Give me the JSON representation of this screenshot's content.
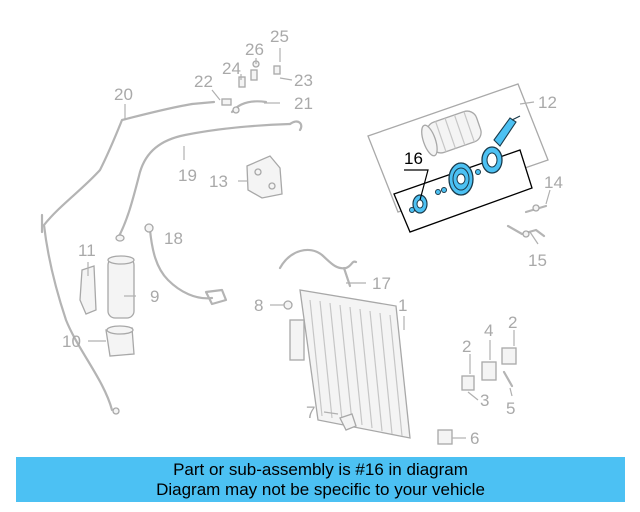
{
  "diagram": {
    "callouts": [
      "1",
      "2",
      "2",
      "3",
      "4",
      "5",
      "6",
      "7",
      "8",
      "9",
      "10",
      "11",
      "12",
      "13",
      "14",
      "15",
      "16",
      "17",
      "18",
      "19",
      "20",
      "21",
      "22",
      "23",
      "24",
      "25",
      "26"
    ],
    "highlighted_part": "16",
    "highlight_color": "#4cc1f3"
  },
  "banner": {
    "line1": "Part or sub-assembly is #16 in diagram",
    "line2": "Diagram may not be specific to your vehicle",
    "background": "#4cc1f3"
  }
}
